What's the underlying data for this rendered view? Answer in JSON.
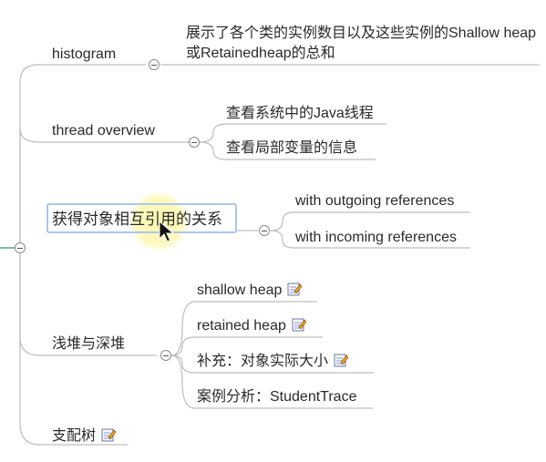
{
  "mindmap": {
    "topics": [
      {
        "id": "histogram",
        "label": "histogram",
        "children": [
          "展示了各个类的实例数目以及这些实例的Shallow heap 或Retainedheap的总和"
        ]
      },
      {
        "id": "thread",
        "label": "thread overview",
        "children": [
          "查看系统中的Java线程",
          "查看局部变量的信息"
        ]
      },
      {
        "id": "refs",
        "label": "获得对象相互引用的关系",
        "selected": true,
        "children": [
          "with outgoing references",
          "with incoming references"
        ]
      },
      {
        "id": "heap",
        "label": "浅堆与深堆",
        "children": [
          {
            "label": "shallow heap",
            "note": true
          },
          {
            "label": "retained heap",
            "note": true
          },
          {
            "label": "补充：对象实际大小",
            "note": true
          },
          {
            "label": "案例分析：StudentTrace",
            "note": false
          }
        ]
      },
      {
        "id": "dominator",
        "label": "支配树",
        "note": true
      }
    ]
  },
  "colors": {
    "branch": "#b9b9b9",
    "root_branch": "#3fa46a",
    "selection_border": "#a8c8ee",
    "highlight": "#fff3a0"
  },
  "icons": {
    "note": "note-pencil-icon",
    "cursor": "mouse-pointer-icon",
    "collapse": "collapse-minus-icon"
  }
}
